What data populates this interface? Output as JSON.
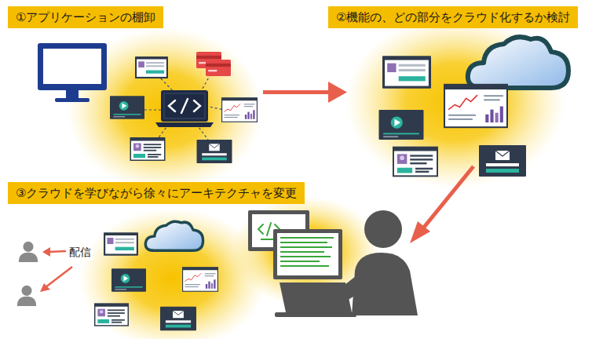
{
  "diagram": {
    "nodes": [
      {
        "text": [
          "①アプリケーションの棚卸"
        ]
      },
      {
        "text": [
          "②機能の、どの部分をクラウド化するか検討"
        ]
      },
      {
        "text": [
          "③クラウドを学びながら徐々にアーキテクチャを変更"
        ]
      }
    ],
    "edges": [],
    "labels": [
      "配信"
    ]
  }
}
